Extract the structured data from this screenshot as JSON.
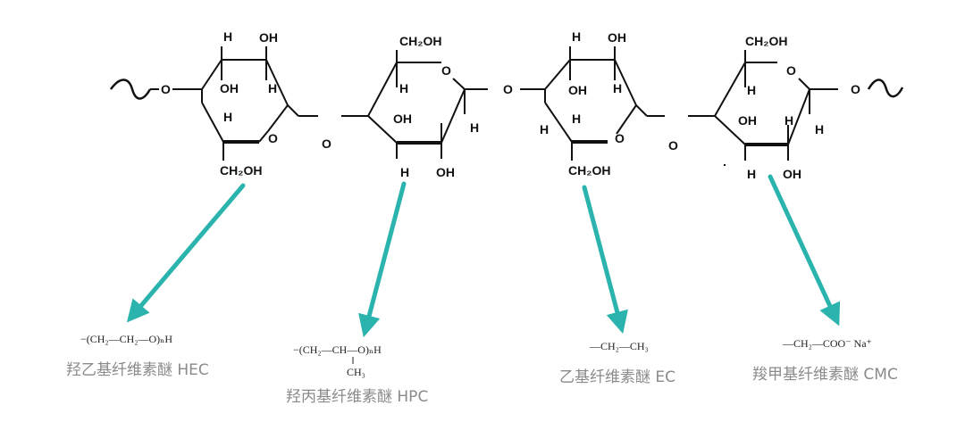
{
  "colors": {
    "bond": "#111111",
    "arrow": "#2bb3ad",
    "label": "#8a8a8a"
  },
  "ring_labels": {
    "ring1": {
      "h_top": "H",
      "oh_top": "OH",
      "oh_mid": "OH",
      "h_right": "H",
      "h_left": "H",
      "o_ring": "O",
      "ch2oh": "CH₂OH",
      "o_link": "O"
    },
    "ring2": {
      "ch2oh": "CH₂OH",
      "o_ring": "O",
      "h_top": "H",
      "oh_mid": "OH",
      "h_right": "H",
      "h_bottom": "H",
      "oh_bottom": "OH"
    },
    "glyco_o_1": "O",
    "glyco_o_2": "O",
    "ring3": {
      "h_top": "H",
      "oh_top": "OH",
      "oh_mid": "OH",
      "h_right": "H",
      "h_left": "H",
      "o_ring": "O",
      "ch2oh": "CH₂OH"
    },
    "ring4": {
      "ch2oh": "CH₂OH",
      "o_ring": "O",
      "h_top": "H",
      "oh_mid": "OH",
      "h_right": "H",
      "h_bottom": "H",
      "oh_bottom": "OH",
      "o_end": "O"
    }
  },
  "derivatives": [
    {
      "formula": "−(CH₂—CH₂—O)ₙH",
      "name": "羟乙基纤维素醚 HEC"
    },
    {
      "formula": "−(CH₂—CH—O)ₙH",
      "substituent": "CH₃",
      "name": "羟丙基纤维素醚 HPC"
    },
    {
      "formula": "—CH₂—CH₃",
      "name": "乙基纤维素醚 EC"
    },
    {
      "formula": "—CH₂—COO⁻ Na⁺",
      "name": "羧甲基纤维素醚 CMC"
    }
  ]
}
